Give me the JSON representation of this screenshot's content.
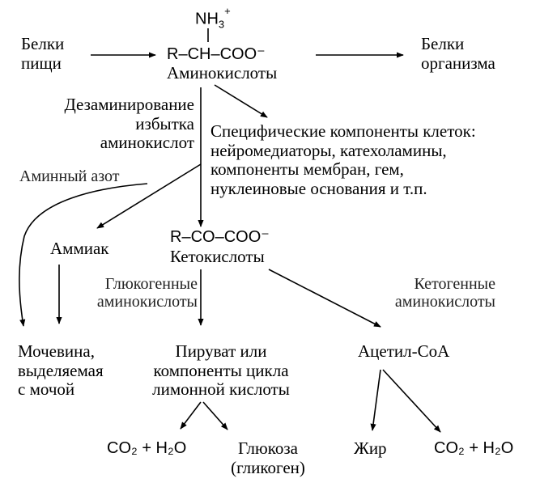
{
  "food_proteins": [
    "Белки",
    "пищи"
  ],
  "nh3": "NH",
  "nh3_sub": "3",
  "nh3_sup": "+",
  "amino_formula": "R–CH–COO⁻",
  "amino_acids": "Аминокислоты",
  "body_proteins": [
    "Белки",
    "организма"
  ],
  "deamination": [
    "Дезаминирование",
    "избытка",
    "аминокислот"
  ],
  "specific_components": [
    "Специфические компоненты клеток:",
    "нейромедиаторы, катехоламины,",
    "компоненты мембран, гем,",
    "нуклеиновые основания и т.п."
  ],
  "amine_nitrogen": "Аминный азот",
  "ammonia": "Аммиак",
  "keto_formula": "R–CO–COO⁻",
  "keto_acids": "Кетокислоты",
  "glucogenic": [
    "Глюкогенные",
    "аминокислоты"
  ],
  "ketogenic": [
    "Кетогенные",
    "аминокислоты"
  ],
  "urea": [
    "Мочевина,",
    "выделяемая",
    "с мочой"
  ],
  "pyruvate": [
    "Пируват или",
    "компоненты цикла",
    "лимонной кислоты"
  ],
  "acetyl_coa": "Ацетил-СоА",
  "co2_h2o": "CO₂ + H₂O",
  "glucose": [
    "Глюкоза",
    "(гликоген)"
  ],
  "fat": "Жир"
}
